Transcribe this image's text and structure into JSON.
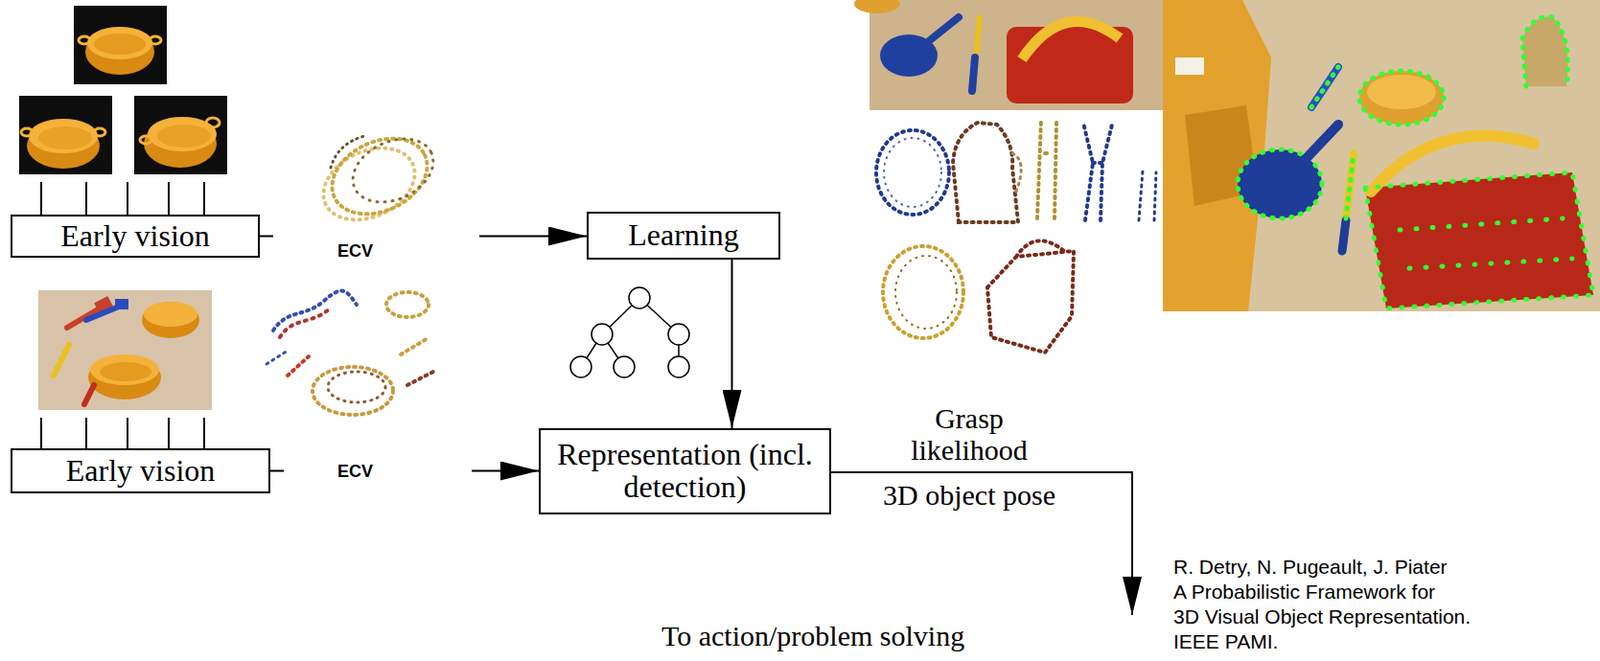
{
  "diagram": {
    "nodes": [
      {
        "text": [
          "Early vision"
        ]
      },
      {
        "text": [
          "Learning"
        ]
      },
      {
        "text": [
          "Early vision"
        ]
      },
      {
        "text": [
          "Representation (incl. detection)"
        ]
      }
    ],
    "edges": [
      {
        "from": 0,
        "to": 1,
        "arrow": "to"
      },
      {
        "from": 1,
        "to": 3,
        "arrow": "to"
      },
      {
        "from": 2,
        "to": 3,
        "arrow": "to"
      }
    ],
    "labels": [
      "ECV",
      "ECV",
      "Grasp likelihood",
      "3D object pose",
      "To action/problem solving",
      "R. Detry, N. Pugeault, J. Piater",
      "A Probabilistic Framework for",
      "3D Visual Object Representation.",
      "IEEE PAMI."
    ]
  }
}
